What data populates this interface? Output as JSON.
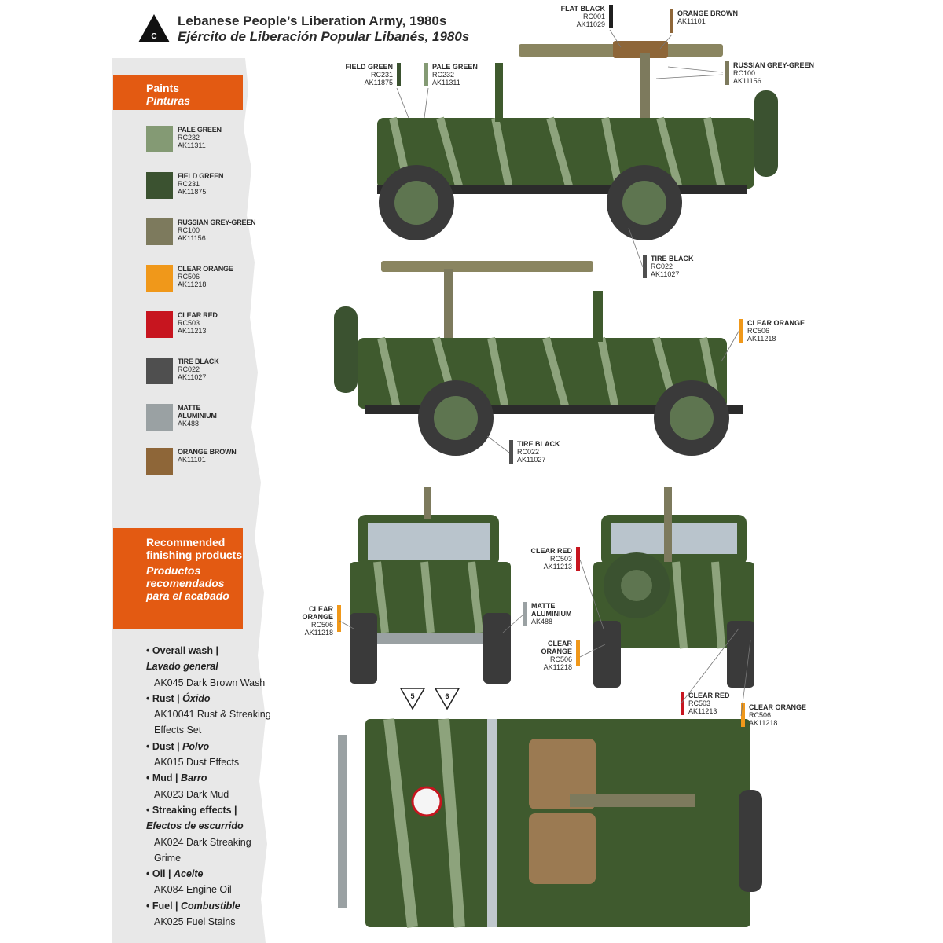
{
  "header": {
    "badge_letter": "C",
    "title_en": "Lebanese People’s Liberation Army, 1980s",
    "title_es": "Ejército de Liberación Popular Libanés, 1980s"
  },
  "paints": {
    "heading_en": "Paints",
    "heading_es": "Pinturas",
    "items": [
      {
        "name": "PALE GREEN",
        "code1": "RC232",
        "code2": "AK11311",
        "color": "#849a74"
      },
      {
        "name": "FIELD GREEN",
        "code1": "RC231",
        "code2": "AK11875",
        "color": "#3b5230"
      },
      {
        "name": "RUSSIAN GREY-GREEN",
        "code1": "RC100",
        "code2": "AK11156",
        "color": "#7d7a5d"
      },
      {
        "name": "CLEAR ORANGE",
        "code1": "RC506",
        "code2": "AK11218",
        "color": "#f0981a"
      },
      {
        "name": "CLEAR RED",
        "code1": "RC503",
        "code2": "AK11213",
        "color": "#c7151f"
      },
      {
        "name": "TIRE BLACK",
        "code1": "RC022",
        "code2": "AK11027",
        "color": "#4f4f4f"
      },
      {
        "name": "MATTE ALUMINIUM",
        "code1": "AK488",
        "code2": "",
        "color": "#9aa1a3"
      },
      {
        "name": "ORANGE BROWN",
        "code1": "AK11101",
        "code2": "",
        "color": "#8e6638"
      }
    ]
  },
  "finishing": {
    "heading_en": "Recommended finishing products",
    "heading_es": "Productos recomendados para el acabado",
    "items": [
      {
        "cat_en": "Overall wash |",
        "cat_es": "Lavado general",
        "product": "AK045 Dark Brown Wash"
      },
      {
        "cat_en": "Rust |",
        "cat_es": "Óxido",
        "product": "AK10041 Rust & Streaking Effects Set"
      },
      {
        "cat_en": "Dust |",
        "cat_es": "Polvo",
        "product": "AK015 Dust Effects"
      },
      {
        "cat_en": "Mud |",
        "cat_es": "Barro",
        "product": "AK023 Dark Mud"
      },
      {
        "cat_en": "Streaking effects |",
        "cat_es": "Efectos de escurrido",
        "product": "AK024 Dark Streaking Grime"
      },
      {
        "cat_en": "Oil |",
        "cat_es": "Aceite",
        "product": "AK084 Engine Oil"
      },
      {
        "cat_en": "Fuel |",
        "cat_es": "Combustible",
        "product": "AK025 Fuel Stains"
      }
    ]
  },
  "callouts": {
    "flat_black": {
      "name": "FLAT BLACK",
      "code1": "RC001",
      "code2": "AK11029",
      "color": "#1f1f1f"
    },
    "orange_brown": {
      "name": "ORANGE BROWN",
      "code1": "AK11101",
      "code2": "",
      "color": "#8e6638"
    },
    "field_green": {
      "name": "FIELD GREEN",
      "code1": "RC231",
      "code2": "AK11875",
      "color": "#3b5230"
    },
    "pale_green": {
      "name": "PALE GREEN",
      "code1": "RC232",
      "code2": "AK11311",
      "color": "#849a74"
    },
    "russian_grey_green": {
      "name": "RUSSIAN GREY-GREEN",
      "code1": "RC100",
      "code2": "AK11156",
      "color": "#7d7a5d"
    },
    "tire_black_1": {
      "name": "TIRE BLACK",
      "code1": "RC022",
      "code2": "AK11027",
      "color": "#4f4f4f"
    },
    "clear_orange_1": {
      "name": "CLEAR ORANGE",
      "code1": "RC506",
      "code2": "AK11218",
      "color": "#f0981a"
    },
    "tire_black_2": {
      "name": "TIRE BLACK",
      "code1": "RC022",
      "code2": "AK11027",
      "color": "#4f4f4f"
    },
    "clear_orange_front": {
      "name1": "CLEAR",
      "name2": "ORANGE",
      "code1": "RC506",
      "code2": "AK11218",
      "color": "#f0981a"
    },
    "matte_aluminium": {
      "name1": "MATTE",
      "name2": "ALUMINIUM",
      "code1": "AK488",
      "color": "#9aa1a3"
    },
    "clear_red_rear": {
      "name": "CLEAR RED",
      "code1": "RC503",
      "code2": "AK11213",
      "color": "#c7151f"
    },
    "clear_orange_rear": {
      "name1": "CLEAR",
      "name2": "ORANGE",
      "code1": "RC506",
      "code2": "AK11218",
      "color": "#f0981a"
    },
    "clear_red_top": {
      "name": "CLEAR RED",
      "code1": "RC503",
      "code2": "AK11213",
      "color": "#c7151f"
    },
    "clear_orange_top": {
      "name": "CLEAR ORANGE",
      "code1": "RC506",
      "code2": "AK11218",
      "color": "#f0981a"
    }
  },
  "decals": {
    "marker_5": "5",
    "marker_6": "6"
  }
}
